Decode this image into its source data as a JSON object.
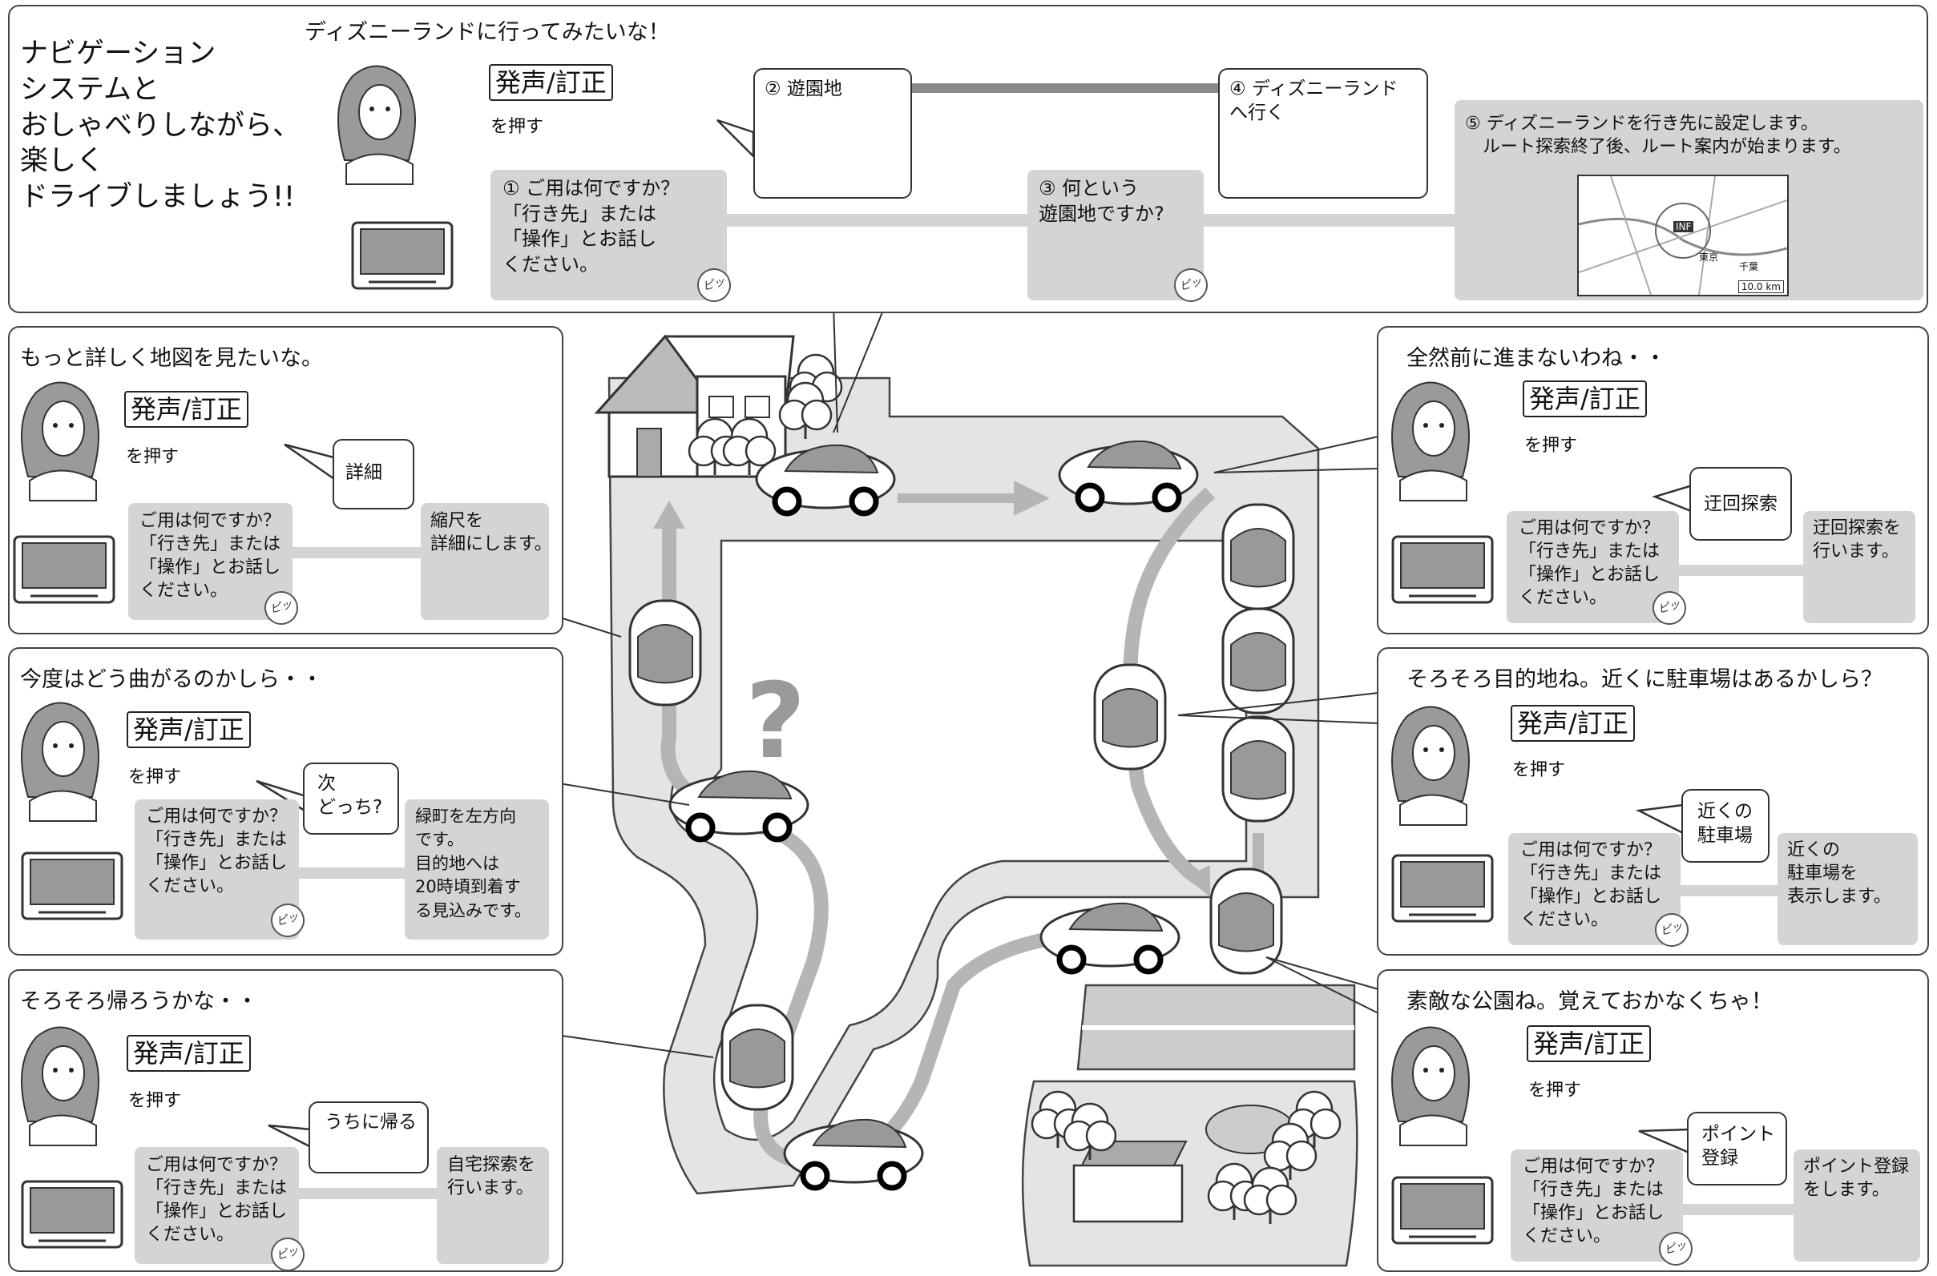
{
  "intro": {
    "lines": [
      "ナビゲーション",
      "システムと",
      "おしゃべりしながら、",
      "楽しく",
      "ドライブしましょう!!"
    ]
  },
  "common": {
    "button_label": "発声/訂正",
    "press_label": "を押す",
    "prompt_text": "ご用は何ですか？\n「行き先」または\n「操作」とお話し\nください。",
    "prompt_sound": "ピッ"
  },
  "top": {
    "thought": "ディズニーランドに行ってみたいな！",
    "step1": "① ご用は何ですか？\n「行き先」または\n「操作」とお話し\nください。",
    "step2": "② 遊園地",
    "step3": "③ 何という\n遊園地ですか?",
    "step4": "④ ディズニーランド\nへ行く",
    "step5": "⑤ ディズニーランドを行き先に設定します。\n　ルート探索終了後、ルート案内が始まります。",
    "map_labels": [
      "INF",
      "10.0 km",
      "千葉",
      "東京"
    ]
  },
  "left_panels": [
    {
      "thought": "もっと詳しく地図を見たいな。",
      "speech": "詳細",
      "response": "縮尺を\n詳細にします。"
    },
    {
      "thought": "今度はどう曲がるのかしら・・",
      "speech": "次\nどっち?",
      "response": "緑町を左方向\nです。\n目的地へは\n20時頃到着す\nる見込みです。"
    },
    {
      "thought": "そろそろ帰ろうかな・・",
      "speech": "うちに帰る",
      "response": "自宅探索を\n行います。"
    }
  ],
  "right_panels": [
    {
      "thought": "全然前に進まないわね・・",
      "speech": "迂回探索",
      "response": "迂回探索を\n行います。"
    },
    {
      "thought": "そろそろ目的地ね。近くに駐車場はあるかしら？",
      "speech": "近くの\n駐車場",
      "response": "近くの\n駐車場を\n表示します。"
    },
    {
      "thought": "素敵な公園ね。覚えておかなくちゃ！",
      "speech": "ポイント\n登録",
      "response": "ポイント登録\nをします。"
    }
  ],
  "colors": {
    "panel_gray": "#d4d4d4",
    "road": "#e4e4e4",
    "route": "#b5b5b5",
    "outline": "#444444"
  },
  "icons": [
    "woman-icon",
    "navi-screen-icon",
    "car-icon",
    "house-icon",
    "park-icon",
    "parking-lot-icon",
    "question-mark-icon",
    "arrow-icon"
  ]
}
